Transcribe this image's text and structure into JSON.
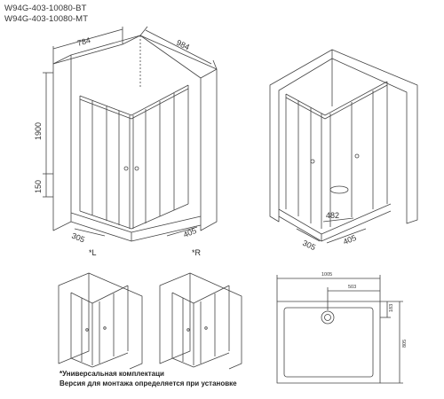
{
  "model_codes": [
    "W94G-403-10080-BT",
    "W94G-403-10080-MT"
  ],
  "dimensions": {
    "depth": "784",
    "width": "984",
    "height": "1900",
    "tray_height": "150",
    "door_left": "305",
    "door_right": "405",
    "top_door_left": "305",
    "top_door_right": "405",
    "entry_diagonal": "482",
    "tray_width": "1005",
    "drain_offset_x": "503",
    "drain_offset_y": "183",
    "tray_depth": "805"
  },
  "variants": {
    "left": "*L",
    "right": "*R"
  },
  "notes": [
    "*Универсальная комплектаци",
    "Версия для монтажа определяется при установке"
  ]
}
